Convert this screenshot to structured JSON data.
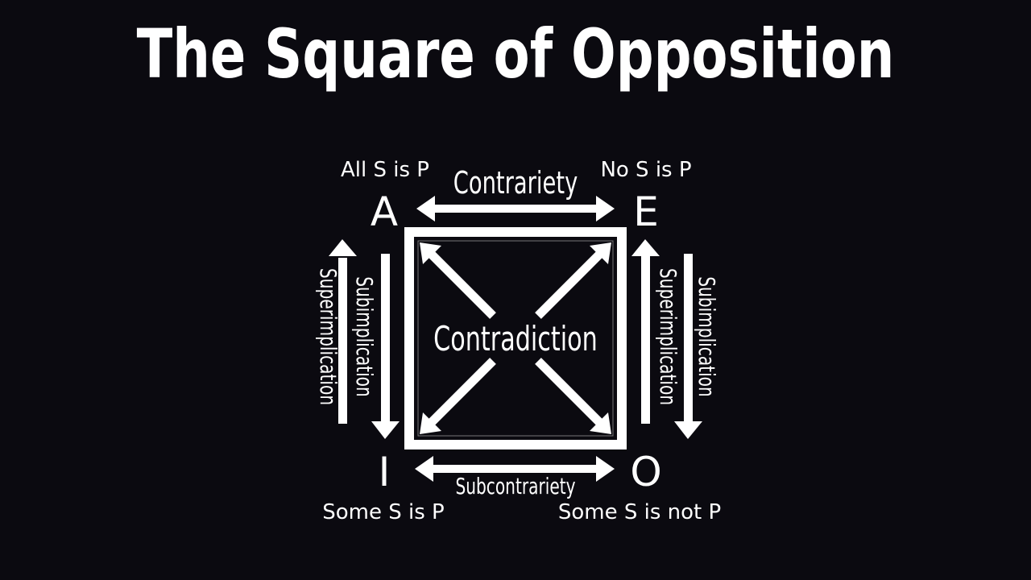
{
  "title": "The Square of Opposition",
  "corners": {
    "A": {
      "letter": "A",
      "proposition": "All S is P"
    },
    "E": {
      "letter": "E",
      "proposition": "No S is P"
    },
    "I": {
      "letter": "I",
      "proposition": "Some S is P"
    },
    "O": {
      "letter": "O",
      "proposition": "Some S is not P"
    }
  },
  "relations": {
    "top": "Contrariety",
    "bottom": "Subcontrariety",
    "center": "Contradiction",
    "left_outer": "Superimplication",
    "left_inner": "Subimplication",
    "right_inner": "Superimplication",
    "right_outer": "Subimplication"
  },
  "colors": {
    "background": "#0b0a10",
    "foreground": "#ffffff"
  }
}
